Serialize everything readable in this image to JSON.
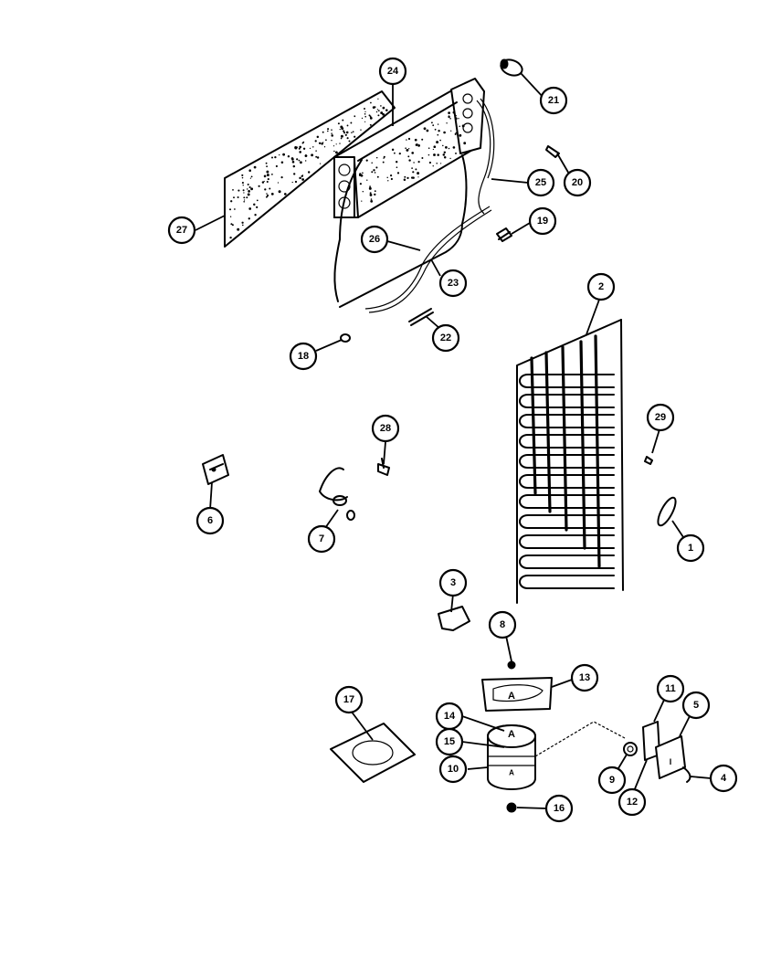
{
  "callouts": [
    {
      "id": "c27",
      "label": "27"
    },
    {
      "id": "c24",
      "label": "24"
    },
    {
      "id": "c21",
      "label": "21"
    },
    {
      "id": "c20",
      "label": "20"
    },
    {
      "id": "c25",
      "label": "25"
    },
    {
      "id": "c19",
      "label": "19"
    },
    {
      "id": "c26",
      "label": "26"
    },
    {
      "id": "c23",
      "label": "23"
    },
    {
      "id": "c22",
      "label": "22"
    },
    {
      "id": "c18",
      "label": "18"
    },
    {
      "id": "c2",
      "label": "2"
    },
    {
      "id": "c28",
      "label": "28"
    },
    {
      "id": "c29",
      "label": "29"
    },
    {
      "id": "c6",
      "label": "6"
    },
    {
      "id": "c7",
      "label": "7"
    },
    {
      "id": "c1",
      "label": "1"
    },
    {
      "id": "c3",
      "label": "3"
    },
    {
      "id": "c8",
      "label": "8"
    },
    {
      "id": "c13",
      "label": "13"
    },
    {
      "id": "c17",
      "label": "17"
    },
    {
      "id": "c11",
      "label": "11"
    },
    {
      "id": "c5",
      "label": "5"
    },
    {
      "id": "c14",
      "label": "14"
    },
    {
      "id": "c15",
      "label": "15"
    },
    {
      "id": "c10",
      "label": "10"
    },
    {
      "id": "c9",
      "label": "9"
    },
    {
      "id": "c12",
      "label": "12"
    },
    {
      "id": "c4",
      "label": "4"
    },
    {
      "id": "c16",
      "label": "16"
    }
  ],
  "compressor_marks": {
    "top": "A",
    "side": "A",
    "pan": "A",
    "relay": "I"
  }
}
